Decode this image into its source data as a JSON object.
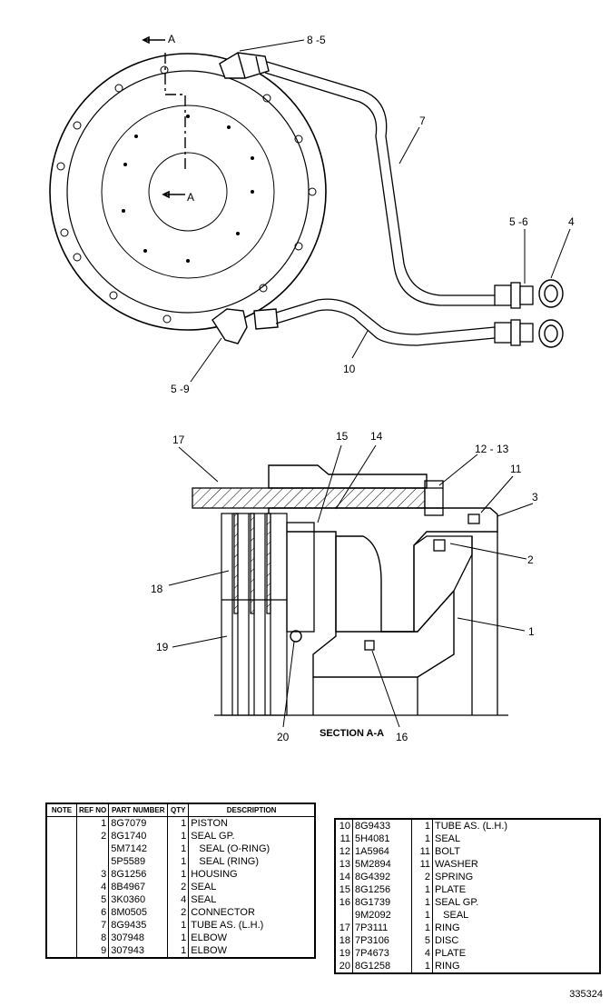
{
  "callouts": {
    "a_top": "A",
    "a_center": "A",
    "c8_5": "8 -5",
    "c7": "7",
    "c5_6": "5 -6",
    "c4": "4",
    "c10": "10",
    "c5_9": "5 -9",
    "c17": "17",
    "c15": "15",
    "c14": "14",
    "c12_13": "12 - 13",
    "c11": "11",
    "c3": "3",
    "c2": "2",
    "c1": "1",
    "c18": "18",
    "c19": "19",
    "c20": "20",
    "c16": "16"
  },
  "section_label": "SECTION A-A",
  "figure_number": "335324",
  "table_headers": {
    "note": "NOTE",
    "ref": "REF NO",
    "part": "PART NUMBER",
    "qty": "QTY",
    "desc": "DESCRIPTION"
  },
  "parts_left": [
    {
      "ref": "1",
      "part": "8G7079",
      "qty": "1",
      "desc": "PISTON"
    },
    {
      "ref": "2",
      "part": "8G1740",
      "qty": "1",
      "desc": "SEAL GP."
    },
    {
      "ref": "",
      "part": "5M7142",
      "qty": "1",
      "desc": "   SEAL (O-RING)"
    },
    {
      "ref": "",
      "part": "5P5589",
      "qty": "1",
      "desc": "   SEAL (RING)"
    },
    {
      "ref": "3",
      "part": "8G1256",
      "qty": "1",
      "desc": "HOUSING"
    },
    {
      "ref": "4",
      "part": "8B4967",
      "qty": "2",
      "desc": "SEAL"
    },
    {
      "ref": "5",
      "part": "3K0360",
      "qty": "4",
      "desc": "SEAL"
    },
    {
      "ref": "6",
      "part": "8M0505",
      "qty": "2",
      "desc": "CONNECTOR"
    },
    {
      "ref": "7",
      "part": "8G9435",
      "qty": "1",
      "desc": "TUBE AS. (L.H.)"
    },
    {
      "ref": "8",
      "part": "307948",
      "qty": "1",
      "desc": "ELBOW"
    },
    {
      "ref": "9",
      "part": "307943",
      "qty": "1",
      "desc": "ELBOW"
    }
  ],
  "parts_right": [
    {
      "ref": "10",
      "part": "8G9433",
      "qty": "1",
      "desc": "TUBE AS. (L.H.)"
    },
    {
      "ref": "11",
      "part": "5H4081",
      "qty": "1",
      "desc": "SEAL"
    },
    {
      "ref": "12",
      "part": "1A5964",
      "qty": "11",
      "desc": "BOLT"
    },
    {
      "ref": "13",
      "part": "5M2894",
      "qty": "11",
      "desc": "WASHER"
    },
    {
      "ref": "14",
      "part": "8G4392",
      "qty": "2",
      "desc": "SPRING"
    },
    {
      "ref": "15",
      "part": "8G1256",
      "qty": "1",
      "desc": "PLATE"
    },
    {
      "ref": "16",
      "part": "8G1739",
      "qty": "1",
      "desc": "SEAL GP."
    },
    {
      "ref": "",
      "part": "9M2092",
      "qty": "1",
      "desc": "   SEAL"
    },
    {
      "ref": "17",
      "part": "7P3111",
      "qty": "1",
      "desc": "RING"
    },
    {
      "ref": "18",
      "part": "7P3106",
      "qty": "5",
      "desc": "DISC"
    },
    {
      "ref": "19",
      "part": "7P4673",
      "qty": "4",
      "desc": "PLATE"
    },
    {
      "ref": "20",
      "part": "8G1258",
      "qty": "1",
      "desc": "RING"
    }
  ]
}
